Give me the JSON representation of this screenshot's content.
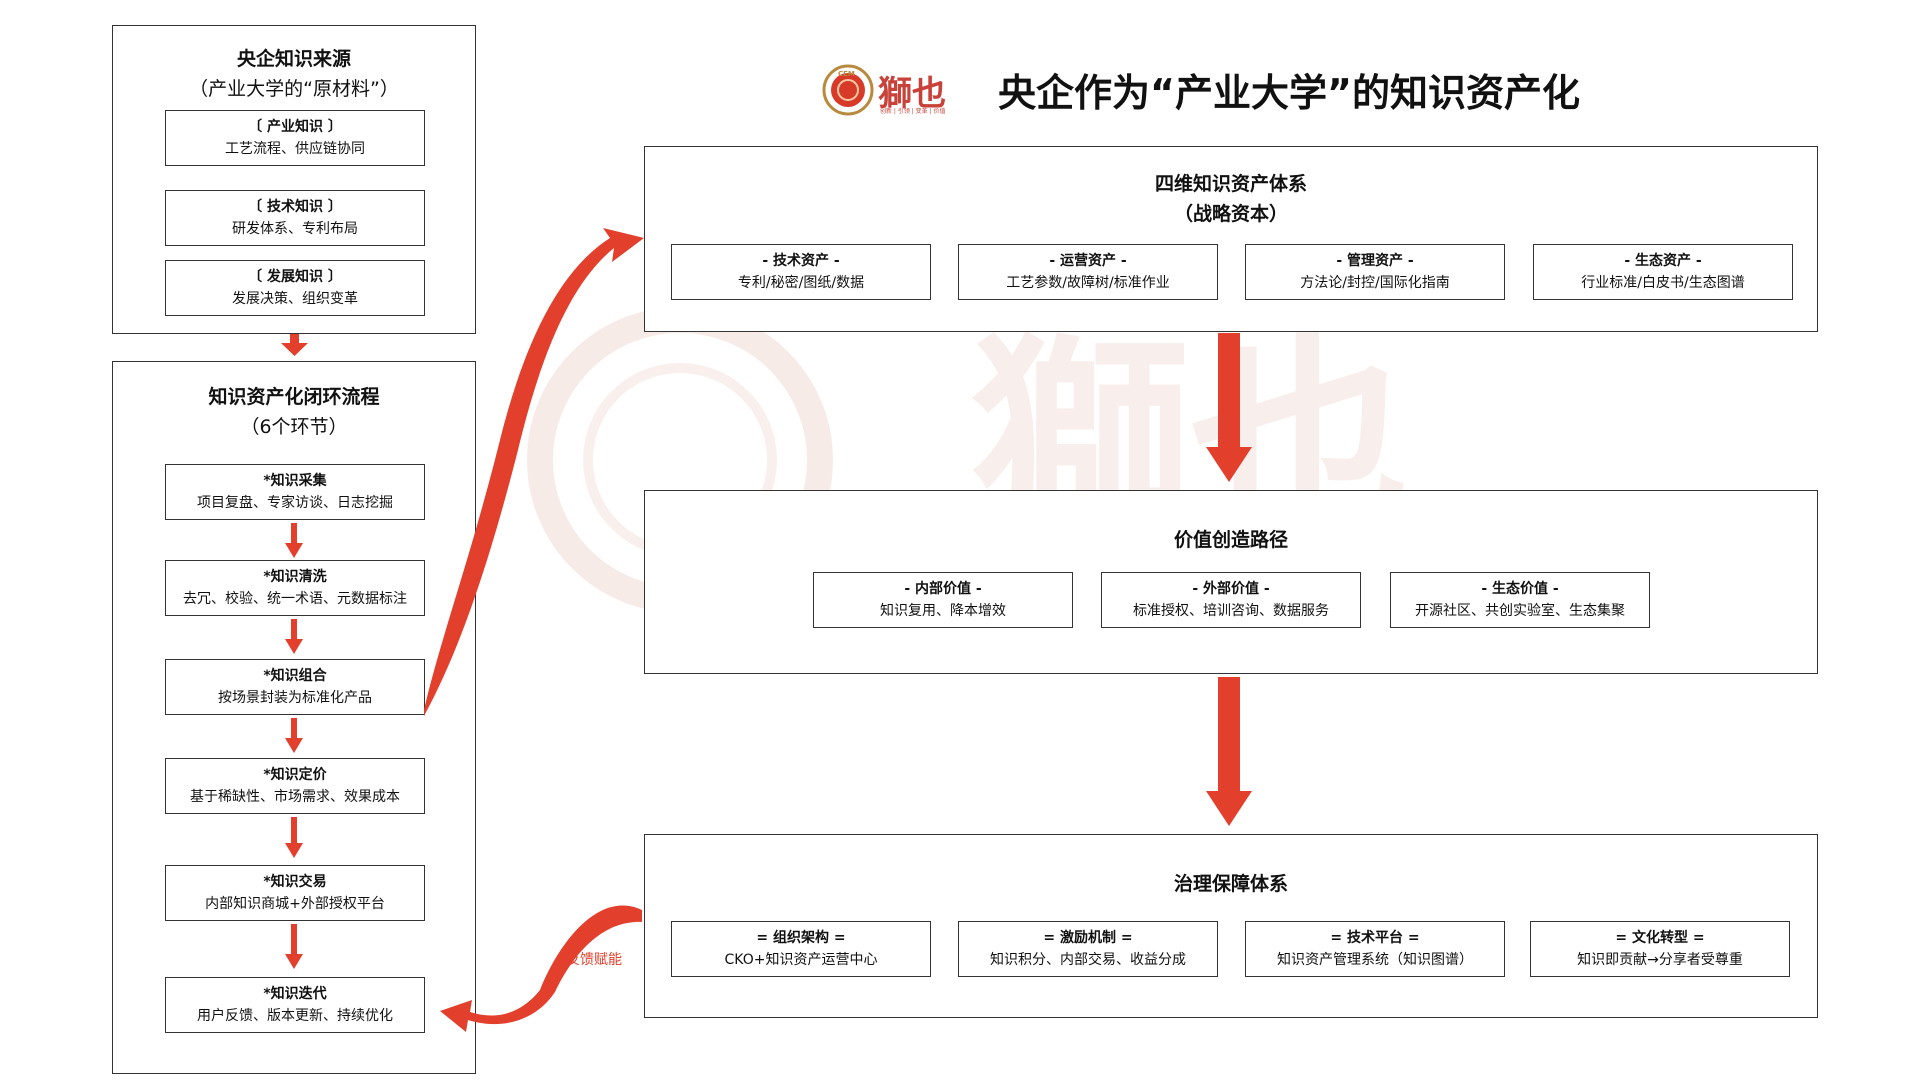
{
  "header": {
    "logo_text": "獅也",
    "logo_small": "CEM",
    "logo_tagline": "创新 | 引领 | 变革 | 价值",
    "title": "央企作为“产业大学”的知识资产化"
  },
  "sources": {
    "title": "央企知识来源",
    "subtitle": "（产业大学的“原材料”）",
    "items": [
      {
        "title": "〔 产业知识 〕",
        "desc": "工艺流程、供应链协同"
      },
      {
        "title": "〔 技术知识 〕",
        "desc": "研发体系、专利布局"
      },
      {
        "title": "〔 发展知识 〕",
        "desc": "发展决策、组织变革"
      }
    ]
  },
  "process": {
    "title": "知识资产化闭环流程",
    "subtitle": "（6个环节）",
    "steps": [
      {
        "title": "*知识采集",
        "desc": "项目复盘、专家访谈、日志挖掘"
      },
      {
        "title": "*知识清洗",
        "desc": "去冗、校验、统一术语、元数据标注"
      },
      {
        "title": "*知识组合",
        "desc": "按场景封装为标准化产品"
      },
      {
        "title": "*知识定价",
        "desc": "基于稀缺性、市场需求、效果成本"
      },
      {
        "title": "*知识交易",
        "desc": "内部知识商城+外部授权平台"
      },
      {
        "title": "*知识迭代",
        "desc": "用户反馈、版本更新、持续优化"
      }
    ]
  },
  "assets": {
    "title": "四维知识资产体系",
    "subtitle": "（战略资本）",
    "items": [
      {
        "title": "- 技术资产 -",
        "desc": "专利/秘密/图纸/数据"
      },
      {
        "title": "- 运营资产 -",
        "desc": "工艺参数/故障树/标准作业"
      },
      {
        "title": "- 管理资产 -",
        "desc": "方法论/封控/国际化指南"
      },
      {
        "title": "- 生态资产 -",
        "desc": "行业标准/白皮书/生态图谱"
      }
    ]
  },
  "value": {
    "title": "价值创造路径",
    "items": [
      {
        "title": "- 内部价值 -",
        "desc": "知识复用、降本增效"
      },
      {
        "title": "- 外部价值 -",
        "desc": "标准授权、培训咨询、数据服务"
      },
      {
        "title": "- 生态价值 -",
        "desc": "开源社区、共创实验室、生态集聚"
      }
    ]
  },
  "governance": {
    "title": "治理保障体系",
    "items": [
      {
        "title": "= 组织架构 =",
        "desc": "CKO+知识资产运营中心"
      },
      {
        "title": "= 激励机制 =",
        "desc": "知识积分、内部交易、收益分成"
      },
      {
        "title": "= 技术平台 =",
        "desc": "知识资产管理系统（知识图谱）"
      },
      {
        "title": "= 文化转型 =",
        "desc": "知识即贡献→分享者受尊重"
      }
    ]
  },
  "feedback_label": "反馈赋能",
  "colors": {
    "accent": "#e2402c",
    "border": "#333333"
  }
}
